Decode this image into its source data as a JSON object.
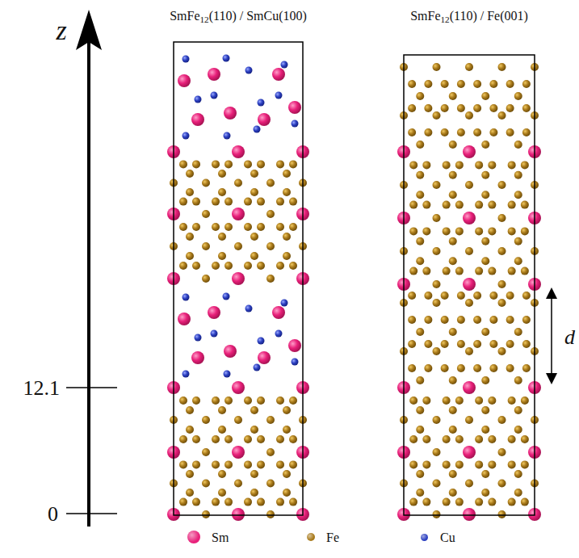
{
  "diagram": {
    "labels": [
      "z",
      "SmFe12(110) / SmCu(100)",
      "SmFe12(110) / Fe(001)",
      "12.1",
      "0",
      "d"
    ],
    "legend": [
      {
        "text": "Sm",
        "color": "#e8207a"
      },
      {
        "text": "Fe",
        "color": "#a8791a"
      },
      {
        "text": "Cu",
        "color": "#2b3fc0"
      }
    ]
  }
}
